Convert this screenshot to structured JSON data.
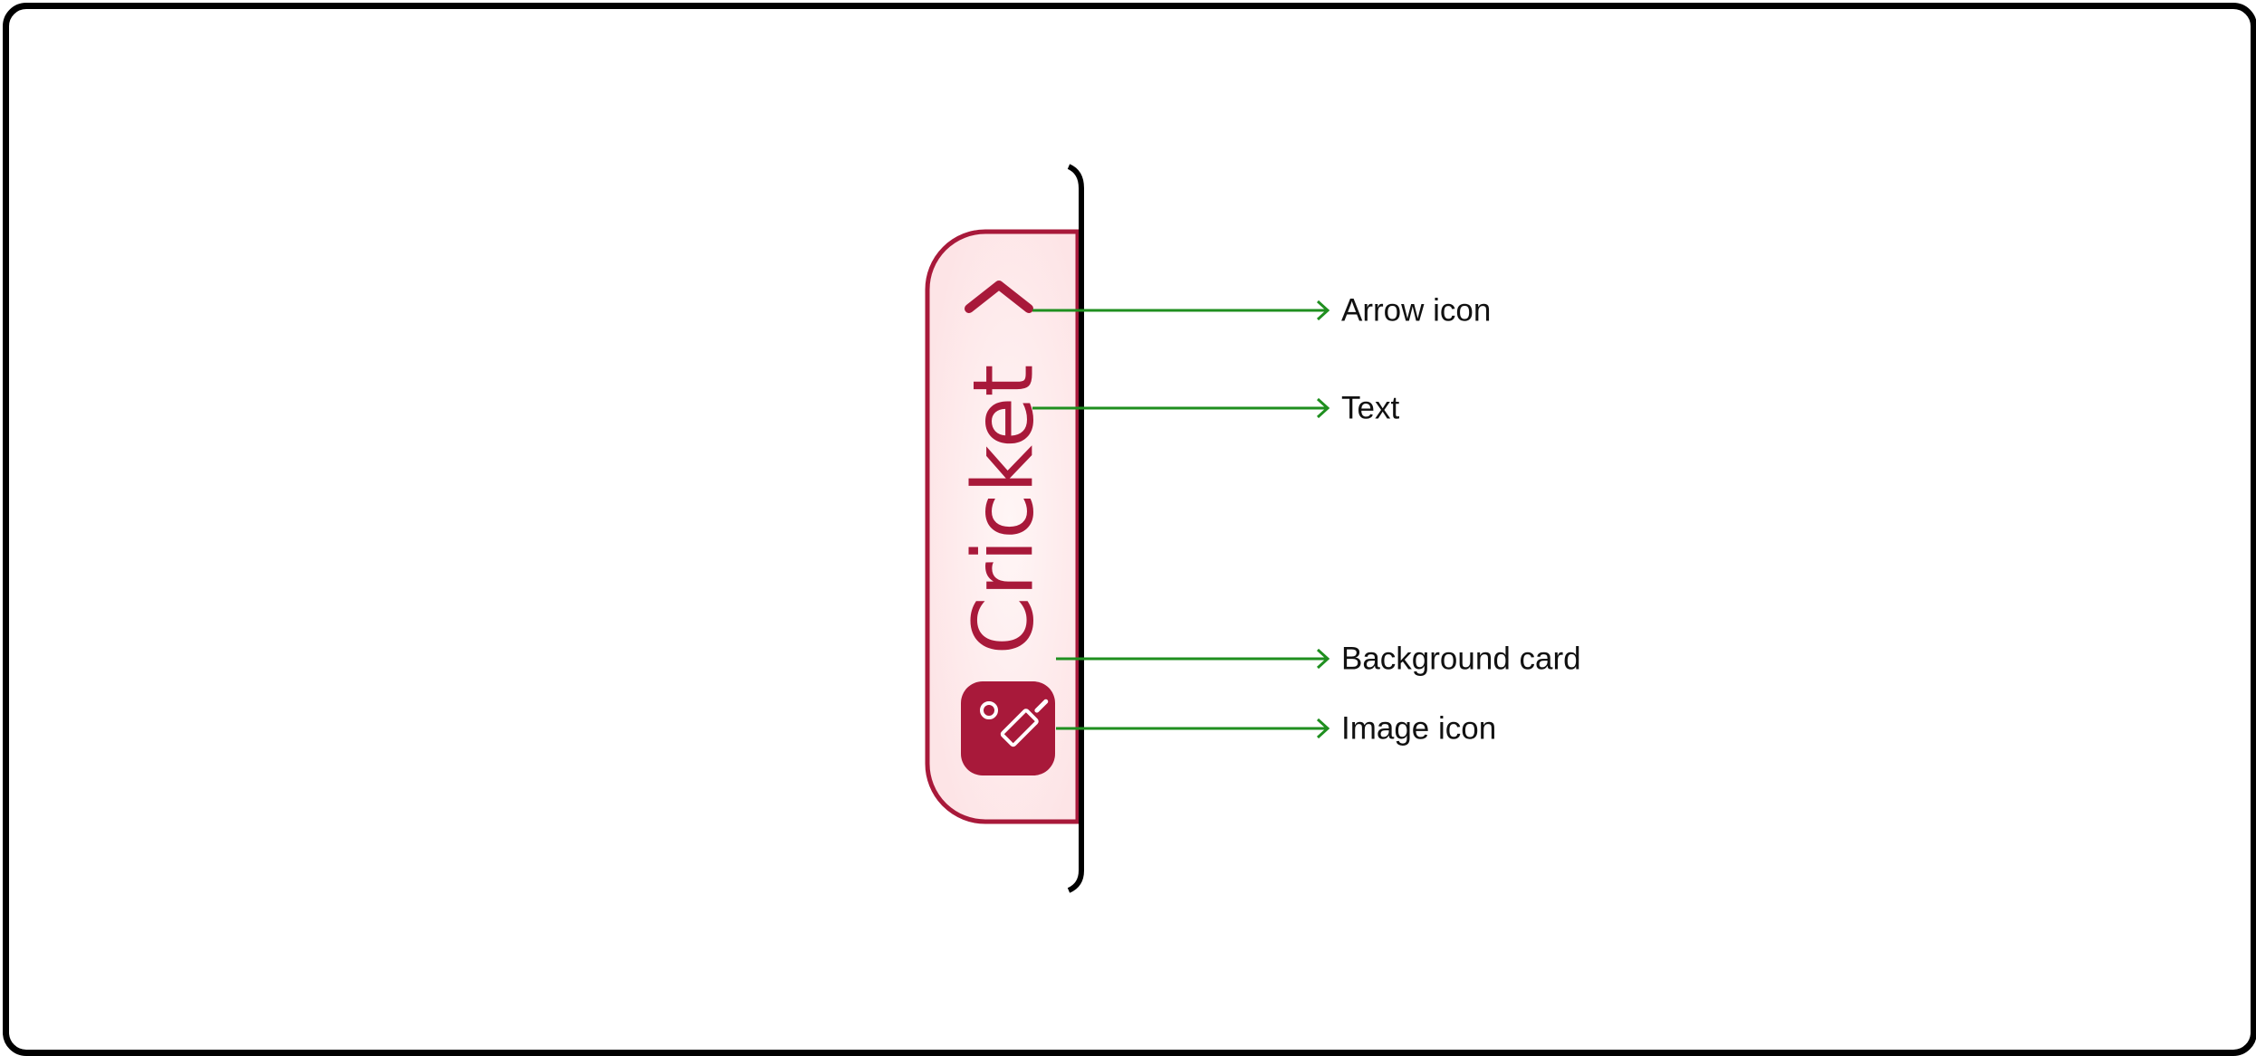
{
  "component": {
    "label": "Cricket",
    "colors": {
      "accent": "#a8193a",
      "card_fill_edge": "#fde4e6",
      "card_fill_center": "#fff6f6",
      "screen_edge": "#000000",
      "icon_glyph": "#ffffff",
      "callout_line": "#1f8f1f"
    },
    "icons": {
      "arrow": "chevron-up-icon",
      "image": "cricket-bat-ball-icon"
    }
  },
  "callouts": [
    {
      "id": "arrow-icon",
      "label": "Arrow icon"
    },
    {
      "id": "text",
      "label": "Text"
    },
    {
      "id": "background-card",
      "label": "Background card"
    },
    {
      "id": "image-icon",
      "label": "Image icon"
    }
  ]
}
